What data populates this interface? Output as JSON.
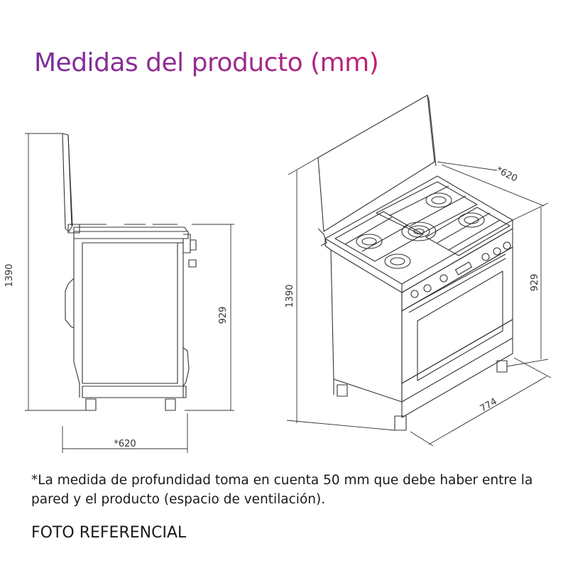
{
  "title": "Medidas del producto (mm)",
  "side_view": {
    "height_total": "1390",
    "height_body": "929",
    "depth": "*620"
  },
  "perspective_view": {
    "height_total": "1390",
    "height_body": "929",
    "depth": "*620",
    "width": "774"
  },
  "note": "*La medida de profundidad toma en cuenta 50 mm que debe haber entre la pared y el producto (espacio de ventilación).",
  "footer": "FOTO REFERENCIAL",
  "colors": {
    "title_start": "#7a2e9a",
    "title_end": "#c01f73",
    "line": "#333333"
  }
}
